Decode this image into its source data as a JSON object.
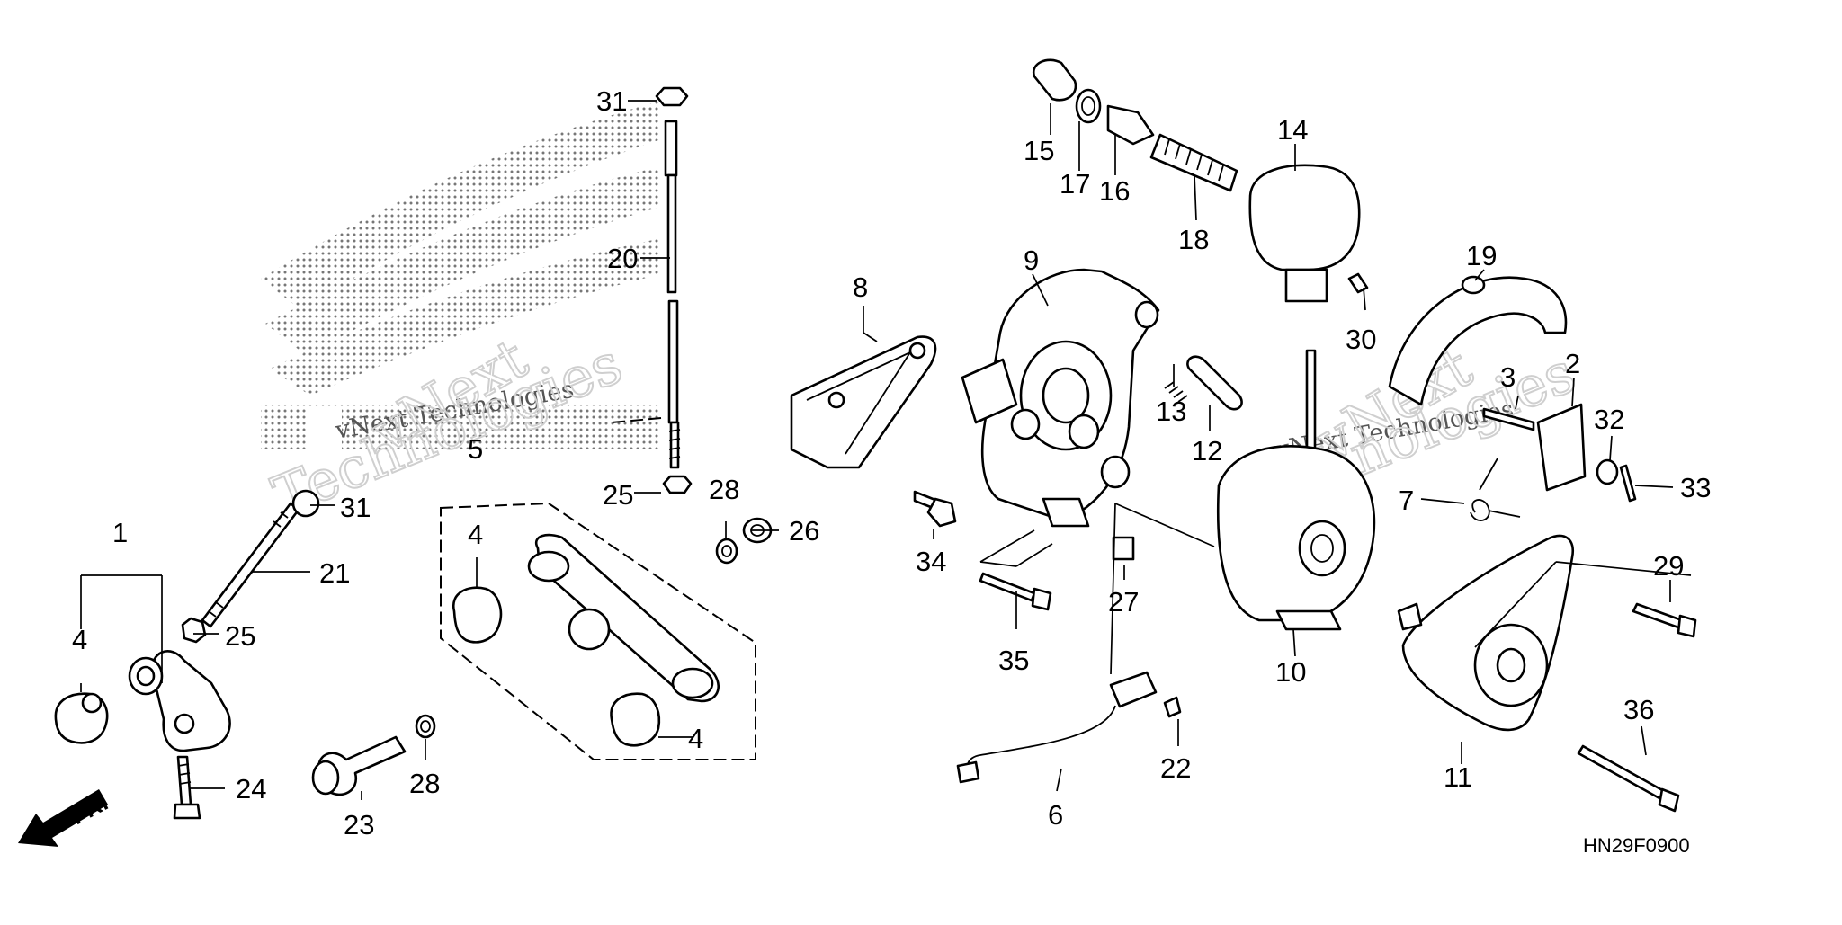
{
  "diagram": {
    "code": "HN29F0900",
    "front_marker": "FR.",
    "watermarks": [
      "vNext Technologies",
      "vNext",
      "Technologies"
    ],
    "callouts": [
      "1",
      "2",
      "3",
      "4",
      "4",
      "4",
      "5",
      "6",
      "7",
      "8",
      "9",
      "10",
      "11",
      "12",
      "13",
      "14",
      "15",
      "16",
      "17",
      "18",
      "19",
      "20",
      "21",
      "22",
      "23",
      "24",
      "25",
      "25",
      "26",
      "27",
      "28",
      "28",
      "29",
      "30",
      "31",
      "31",
      "32",
      "33",
      "34",
      "35",
      "36"
    ]
  }
}
